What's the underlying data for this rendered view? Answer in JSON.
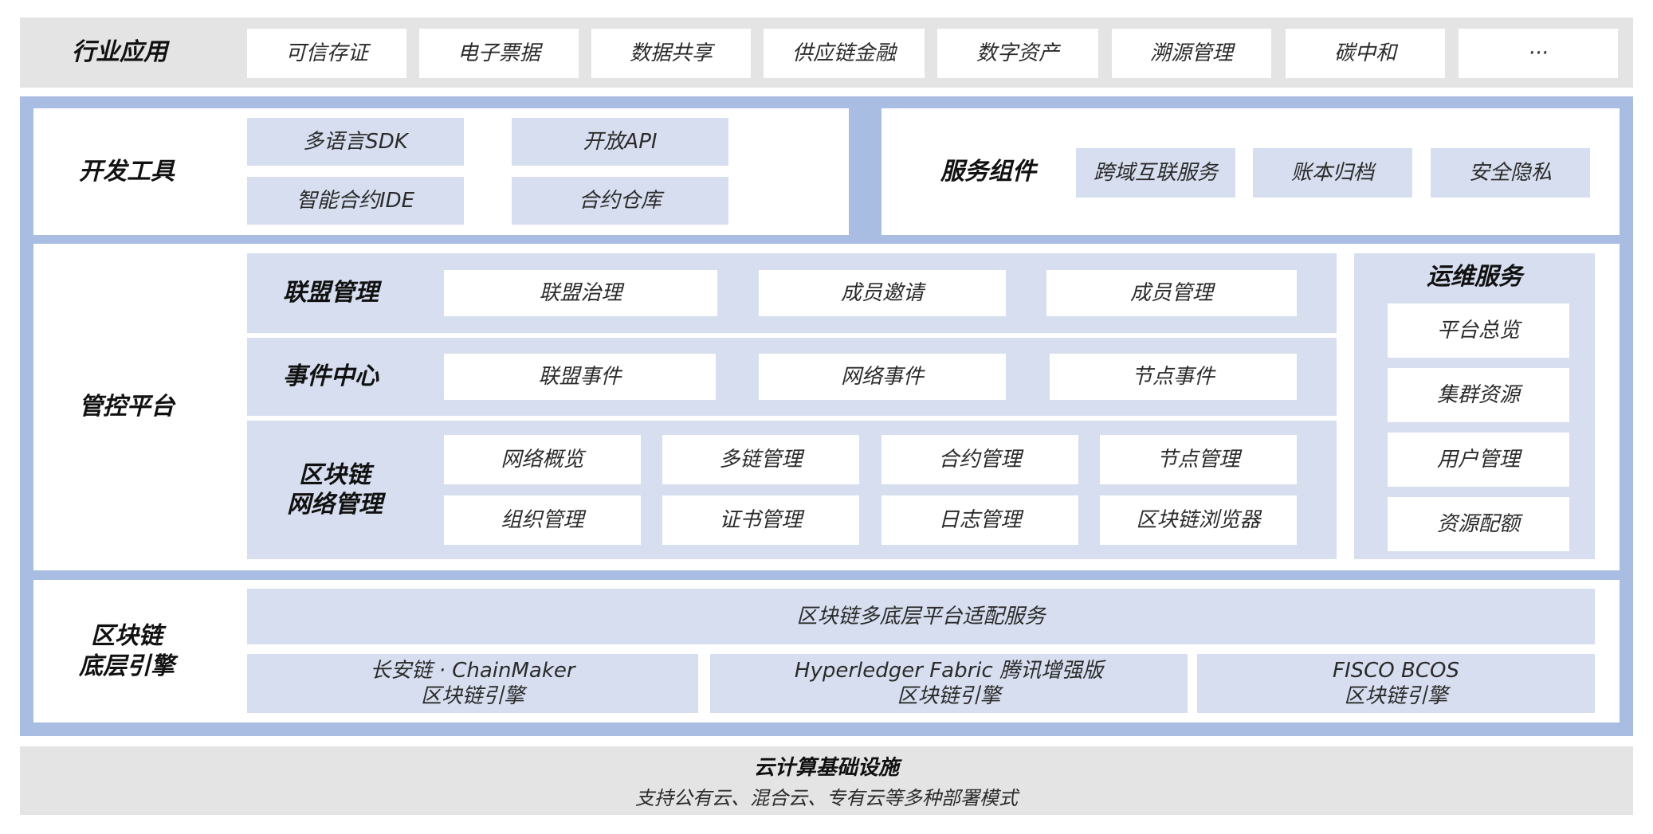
{
  "industry": {
    "title": "行业应用",
    "items": [
      "可信存证",
      "电子票据",
      "数据共享",
      "供应链金融",
      "数字资产",
      "溯源管理",
      "碳中和",
      "···"
    ]
  },
  "dev_tools": {
    "title": "开发工具",
    "items": [
      "多语言SDK",
      "开放API",
      "智能合约IDE",
      "合约仓库"
    ]
  },
  "service_components": {
    "title": "服务组件",
    "items": [
      "跨域互联服务",
      "账本归档",
      "安全隐私"
    ]
  },
  "control_platform": {
    "title": "管控平台",
    "alliance": {
      "title": "联盟管理",
      "items": [
        "联盟治理",
        "成员邀请",
        "成员管理"
      ]
    },
    "events": {
      "title": "事件中心",
      "items": [
        "联盟事件",
        "网络事件",
        "节点事件"
      ]
    },
    "network": {
      "title": "区块链\n网络管理",
      "items": [
        "网络概览",
        "多链管理",
        "合约管理",
        "节点管理",
        "组织管理",
        "证书管理",
        "日志管理",
        "区块链浏览器"
      ]
    }
  },
  "ops": {
    "title": "运维服务",
    "items": [
      "平台总览",
      "集群资源",
      "用户管理",
      "资源配额"
    ]
  },
  "engine": {
    "title": "区块链\n底层引擎",
    "adapter": "区块链多底层平台适配服务",
    "engines": [
      "长安链 · ChainMaker\n区块链引擎",
      "Hyperledger Fabric 腾讯增强版\n区块链引擎",
      "FISCO BCOS\n区块链引擎"
    ]
  },
  "cloud": {
    "title": "云计算基础设施",
    "subtitle": "支持公有云、混合云、专有云等多种部署模式"
  },
  "colors": {
    "frame": "#a8bde1",
    "light_fill": "#d6deef",
    "gray_band": "#e4e4e4"
  }
}
